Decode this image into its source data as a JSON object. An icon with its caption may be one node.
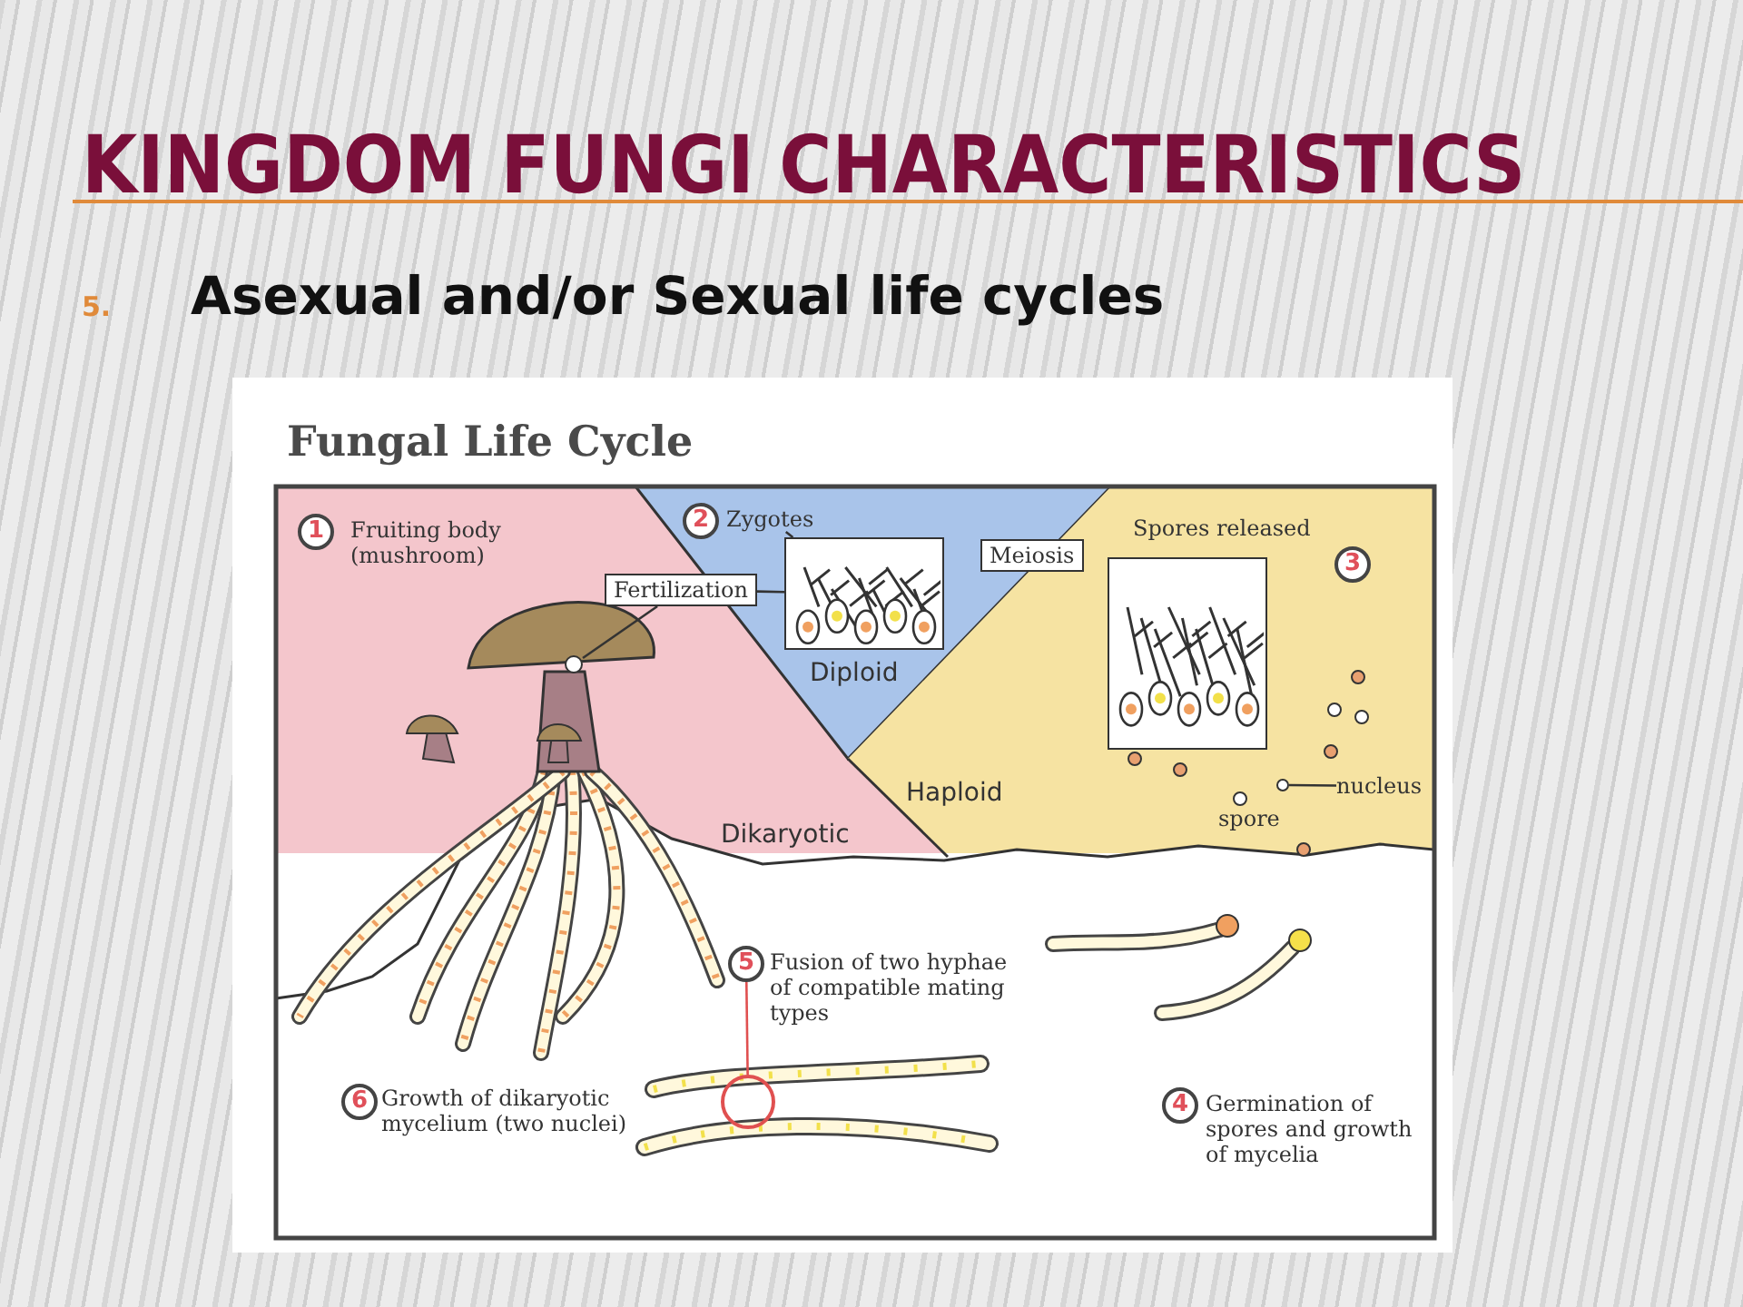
{
  "diagram": {
    "title": "KINGDOM FUNGI CHARACTERISTICS",
    "nodes": [
      {
        "text": [
          "1"
        ],
        "beside": [
          "Fruiting body (mushroom)"
        ]
      },
      {
        "text": [
          "2"
        ]
      },
      {
        "text": [
          "Zygotes"
        ]
      },
      {
        "text": [
          "Fertilization"
        ]
      },
      {
        "text": [],
        "shape": "circle"
      },
      {
        "text": [],
        "shape": "picture"
      },
      {
        "text": [
          "Meiosis"
        ]
      },
      {
        "text": [
          "3"
        ]
      },
      {
        "text": [],
        "shape": "picture",
        "beside": [
          "Spores released"
        ]
      },
      {
        "text": [
          "nucleus"
        ]
      },
      {
        "text": [],
        "shape": "circle"
      },
      {
        "text": [
          "5"
        ],
        "beside": [
          "Fusion of two hyphae of compatible mating types"
        ]
      },
      {
        "text": [],
        "shape": "circle"
      },
      {
        "text": [
          "6"
        ],
        "beside": [
          "Growth of dikaryotic mycelium (two nuclei)"
        ]
      },
      {
        "text": [
          "4"
        ],
        "beside": [
          "Germination of spores and growth of mycelia"
        ]
      }
    ],
    "edges": [
      {
        "from": 2,
        "to": 5,
        "arrow": "none"
      },
      {
        "from": 3,
        "to": 4,
        "arrow": "none"
      },
      {
        "from": 3,
        "to": 5,
        "arrow": "none"
      },
      {
        "from": 9,
        "to": 10,
        "arrow": "none"
      },
      {
        "from": 11,
        "to": 12,
        "arrow": "none",
        "color": "#e05050"
      }
    ],
    "labels": [
      "5.",
      "Asexual and/or Sexual life cycles",
      "Fungal Life Cycle",
      "Diploid",
      "Haploid",
      "Dikaryotic",
      "spore"
    ]
  }
}
